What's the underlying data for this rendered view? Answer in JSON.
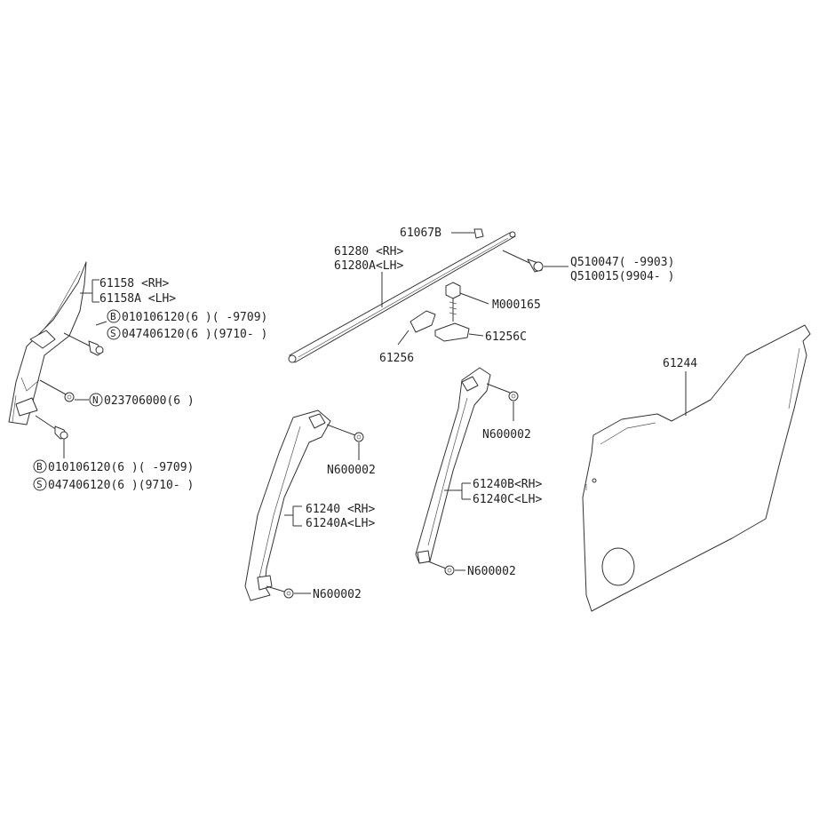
{
  "labels": {
    "p61067b": "61067B",
    "p61280": "61280 <RH>",
    "p61280a": "61280A<LH>",
    "q510047": "Q510047( -9903)",
    "q510015": "Q510015(9904- )",
    "m000165": "M000165",
    "p61256c": "61256C",
    "p61256": "61256",
    "p61158": "61158 <RH>",
    "p61158a": "61158A <LH>",
    "b_top_code": "010106120(6 )( -9709)",
    "s_top_code": "047406120(6 )(9710- )",
    "n_code": "023706000(6 )",
    "b_bot_code": "010106120(6 )( -9709)",
    "s_bot_code": "047406120(6 )(9710- )",
    "n600002_a": "N600002",
    "n600002_b": "N600002",
    "n600002_c": "N600002",
    "n600002_d": "N600002",
    "p61240": "61240 <RH>",
    "p61240a": "61240A<LH>",
    "p61240b": "61240B<RH>",
    "p61240c": "61240C<LH>",
    "p61244": "61244"
  },
  "circle_letters": {
    "b": "B",
    "s": "S",
    "n": "N"
  }
}
